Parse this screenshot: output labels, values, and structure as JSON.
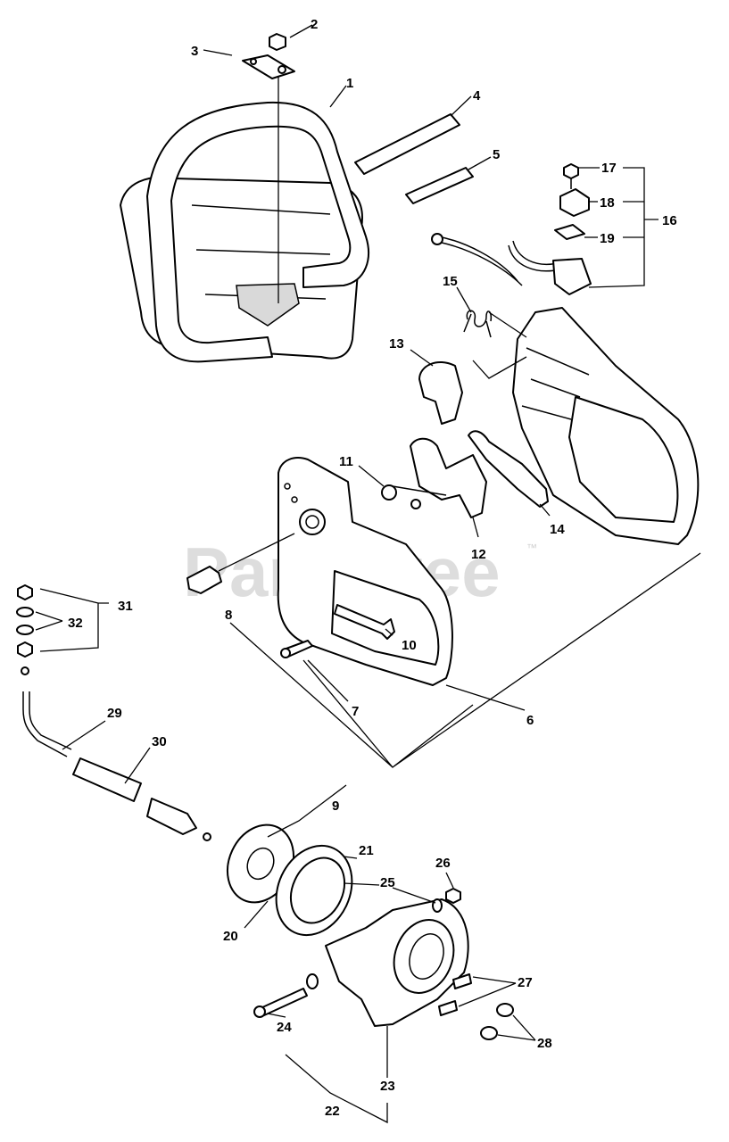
{
  "watermark": {
    "text": "PartsTree",
    "trademark": "™"
  },
  "callouts": {
    "n1": "1",
    "n2": "2",
    "n3": "3",
    "n4": "4",
    "n5": "5",
    "n6": "6",
    "n7": "7",
    "n8": "8",
    "n9": "9",
    "n10": "10",
    "n11": "11",
    "n12": "12",
    "n13": "13",
    "n14": "14",
    "n15": "15",
    "n16": "16",
    "n17": "17",
    "n18": "18",
    "n19": "19",
    "n20": "20",
    "n21": "21",
    "n22": "22",
    "n23": "23",
    "n24": "24",
    "n25": "25",
    "n26": "26",
    "n27": "27",
    "n28": "28",
    "n29": "29",
    "n30": "30",
    "n31": "31",
    "n32": "32"
  }
}
